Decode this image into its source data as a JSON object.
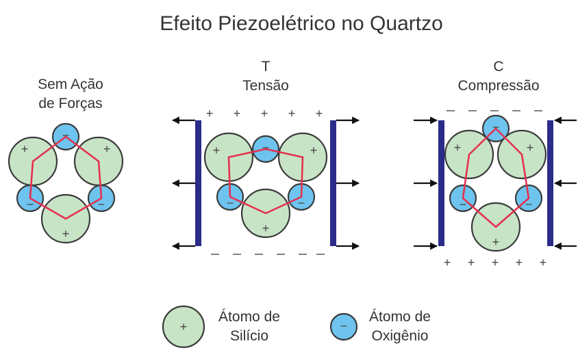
{
  "title": "Efeito Piezoelétrico no Quartzo",
  "panels": {
    "rest": {
      "line1": "Sem Ação",
      "line2": "de Forças"
    },
    "tension": {
      "letter": "T",
      "name": "Tensão"
    },
    "compression": {
      "letter": "C",
      "name": "Compressão"
    }
  },
  "legend": {
    "silicon": {
      "line1": "Átomo de",
      "line2": "Silício"
    },
    "oxygen": {
      "line1": "Átomo de",
      "line2": "Oxigênio"
    }
  },
  "signs": {
    "plus": "+",
    "minus": "−"
  },
  "colors": {
    "silicon": "#c8e4c6",
    "oxygen": "#6ec4ee",
    "ring": "#e5304f",
    "plate": "#2b2b8a"
  }
}
